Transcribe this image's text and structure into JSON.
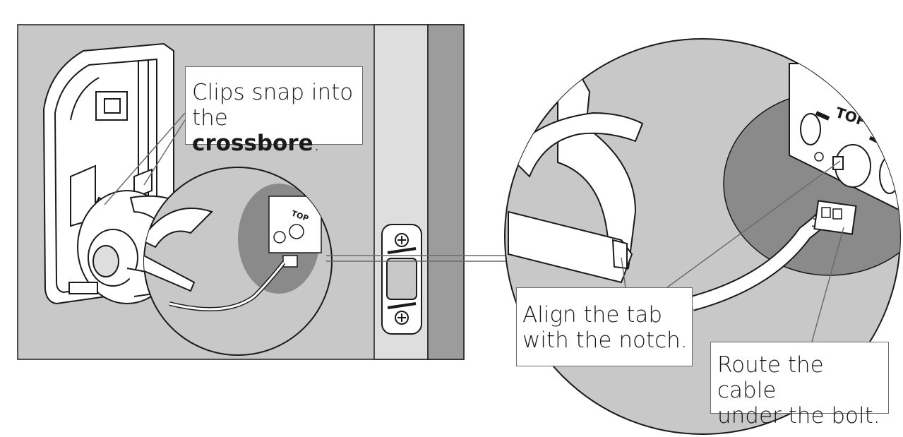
{
  "callouts": {
    "clips": {
      "line1": "Clips snap into",
      "line2_prefix": "the ",
      "line2_bold": "crossbore",
      "line2_suffix": "."
    },
    "align": {
      "line1": "Align the tab",
      "line2": "with the notch."
    },
    "route": {
      "line1": "Route the cable",
      "line2": "under the bolt."
    }
  },
  "engravings": {
    "top": "TOP"
  },
  "colors": {
    "door": "#c8c8c8",
    "door_edge": "#9c9c9c",
    "frame": "#dedede",
    "hole": "#8a8a8a",
    "zoom_fill": "#d0d0d0",
    "line": "#1a1a1a"
  }
}
